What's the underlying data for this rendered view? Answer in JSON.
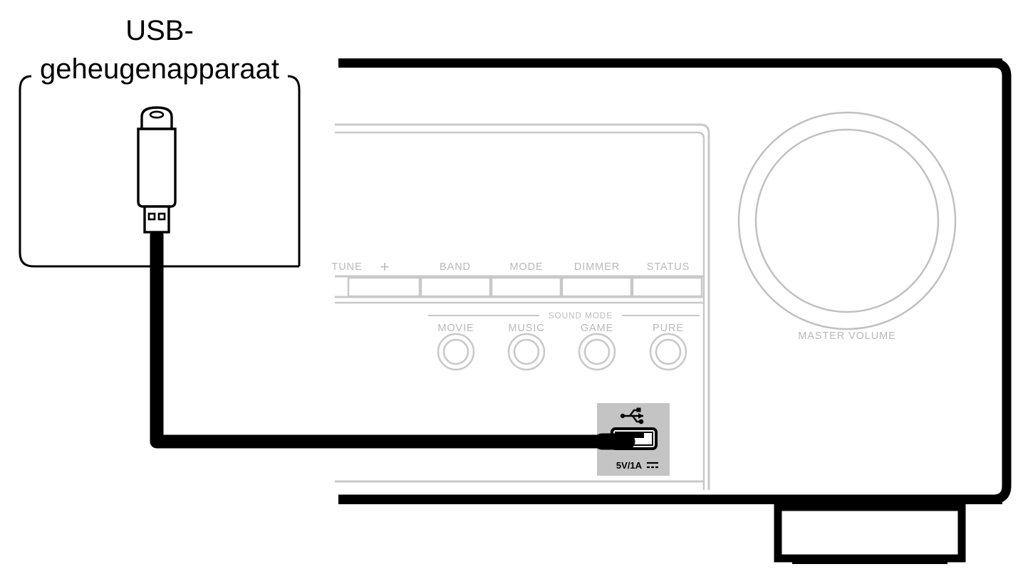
{
  "diagram": {
    "type": "connection-diagram",
    "language": "nl",
    "description": "USB-geheugenapparaat aangesloten op USB-poort van AV-receiver"
  },
  "callout": {
    "title_line1": "USB-",
    "title_line2": "geheugenapparaat",
    "device_icon": "usb-flash-drive-icon"
  },
  "cable": {
    "name": "usb-cable",
    "color": "#000000"
  },
  "receiver": {
    "name": "av-receiver-front-panel",
    "chassis_color": "#000000",
    "panel_line_color": "#c8c8c8",
    "tuner_row": [
      {
        "label": "TUNE",
        "name": "tune-label"
      },
      {
        "label": "+",
        "name": "tune-plus-label"
      },
      {
        "label": "BAND",
        "name": "band-label"
      },
      {
        "label": "MODE",
        "name": "mode-label"
      },
      {
        "label": "DIMMER",
        "name": "dimmer-label"
      },
      {
        "label": "STATUS",
        "name": "status-label"
      }
    ],
    "sound_mode": {
      "group_label": "SOUND MODE",
      "buttons": [
        {
          "label": "MOVIE"
        },
        {
          "label": "MUSIC"
        },
        {
          "label": "GAME"
        },
        {
          "label": "PURE"
        }
      ]
    },
    "volume": {
      "label": "MASTER VOLUME"
    },
    "usb_port": {
      "icon": "usb-trident-icon",
      "rating": "5V/1A",
      "dc_symbol": "⎓",
      "panel_color": "#c4c4c4"
    }
  }
}
